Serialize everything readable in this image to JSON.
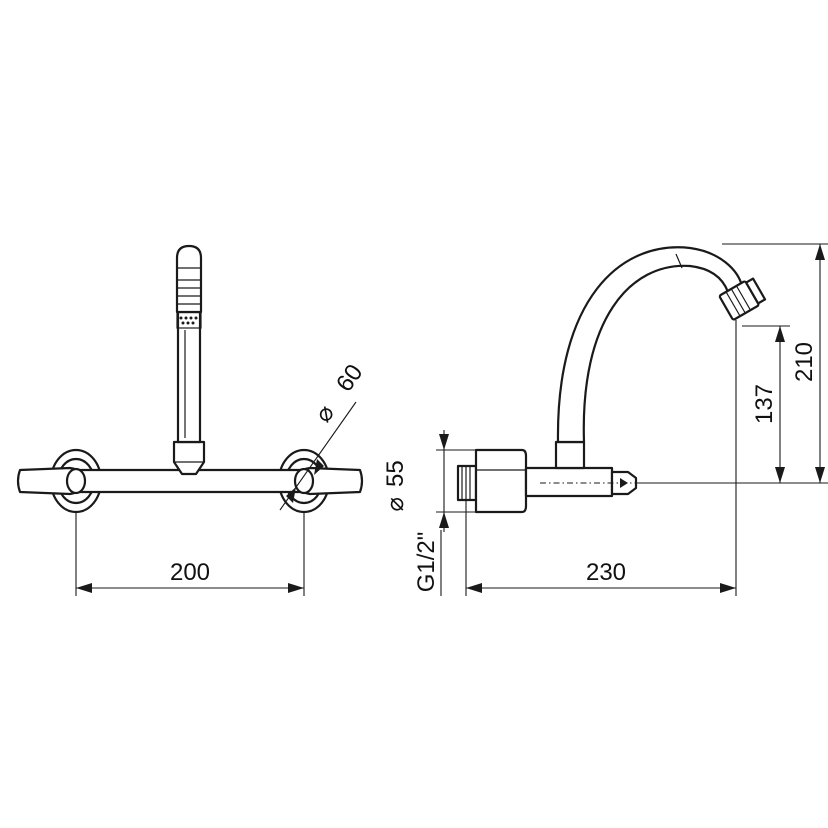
{
  "dimensions": {
    "wall_spacing": "200",
    "rosette_diameter": "60",
    "body_diameter": "55",
    "thread": "G1/2\"",
    "projection": "230",
    "outlet_height": "137",
    "total_height": "210"
  },
  "symbols": {
    "diameter": "⌀"
  },
  "colors": {
    "line": "#1a1a1a",
    "background": "#ffffff"
  }
}
